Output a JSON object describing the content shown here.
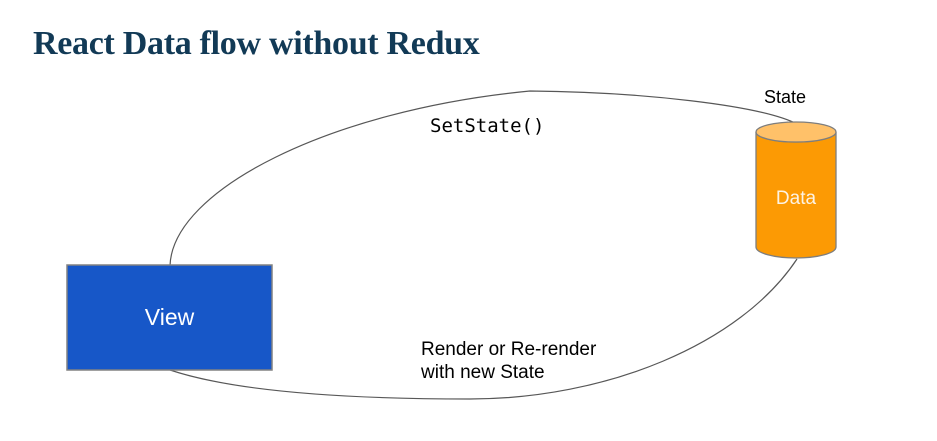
{
  "title": "React Data flow without Redux",
  "diagram": {
    "nodes": {
      "view": {
        "label": "View"
      },
      "data": {
        "label": "Data",
        "annotation": "State"
      }
    },
    "edges": {
      "set_state": {
        "label": "SetState()"
      },
      "render": {
        "lines": [
          "Render or Re-render",
          "with new State"
        ]
      }
    },
    "colors": {
      "background": "#FFFFFF",
      "title_text": "#123A56",
      "view_fill": "#1757C8",
      "view_stroke": "#828282",
      "view_label_text": "#FFFFFF",
      "cylinder_body_fill": "#FC9A04",
      "cylinder_top_fill": "#FFC169",
      "cylinder_stroke": "#7E7E7E",
      "connector_stroke": "#575757",
      "edge_label_text": "#000000"
    }
  }
}
